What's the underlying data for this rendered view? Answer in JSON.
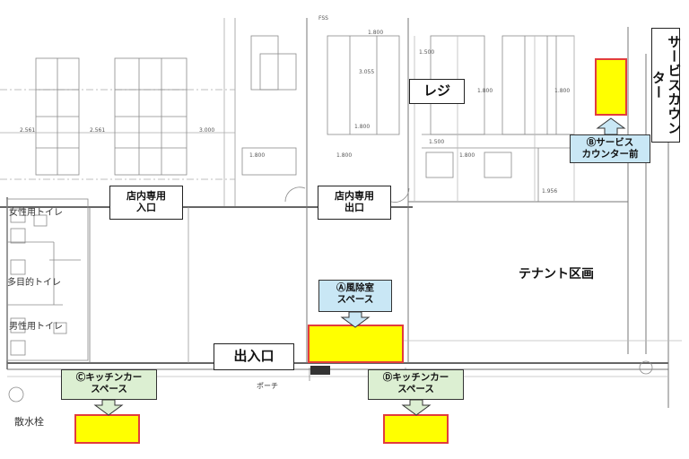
{
  "labels": {
    "entrance_in": "店内専用\n入口",
    "entrance_out": "店内専用\n出口",
    "register": "レジ",
    "service_counter": "サービスカウンター",
    "tenant_area": "テナント区画",
    "main_entrance": "出入口",
    "drain": "散水栓",
    "porch": "ポーチ",
    "toilet_female": "女性用トイレ",
    "toilet_multi": "多目的トイレ",
    "toilet_male": "男性用トイレ"
  },
  "callouts": {
    "a": "Ⓐ風除室\nスペース",
    "b": "Ⓑサービス\nカウンター前",
    "c": "Ⓒキッチンカー\nスペース",
    "d": "Ⓓキッチンカー\nスペース"
  },
  "dimensions": [
    "2.561",
    "2.561",
    "3.000",
    "1.800",
    "3.055",
    "1.800",
    "1.800",
    "1.800",
    "1.800",
    "1.800",
    "1.500",
    "1.800",
    "1.500",
    "1.956",
    "FSS"
  ],
  "colors": {
    "highlight_fill": "#ffff00",
    "highlight_border": "#e23c3c",
    "callout_blue": "#c9e7f5",
    "callout_green": "#dcefd2",
    "wall_line": "#6b6b6b"
  }
}
